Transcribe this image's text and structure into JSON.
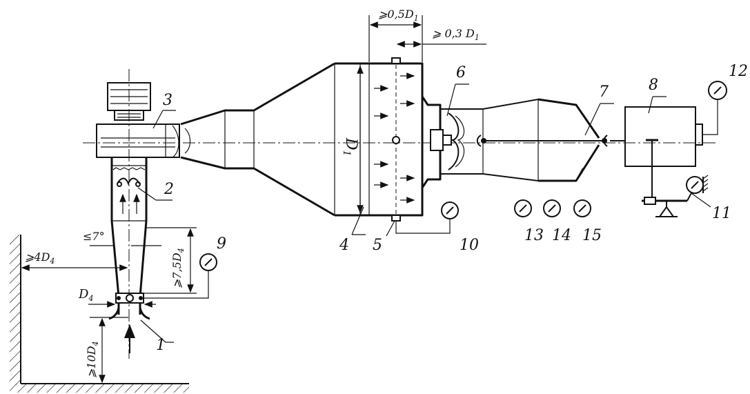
{
  "labels": {
    "n1": "1",
    "n2": "2",
    "n3": "3",
    "n4": "4",
    "n5": "5",
    "n6": "6",
    "n7": "7",
    "n8": "8",
    "n9": "9",
    "n10": "10",
    "n11": "11",
    "n12": "12",
    "n13": "13",
    "n14": "14",
    "n15": "15"
  },
  "dimensions": {
    "d1": "D",
    "d1_sub": "1",
    "d4": "D",
    "d4_sub": "4",
    "half_d1": "⩾0,5D",
    "half_d1_sub": "1",
    "third_d1": "⩾ 0,3 D",
    "third_d1_sub": "1",
    "four_d4": "⩾4D",
    "four_d4_sub": "4",
    "seven_half_d4": "⩾7,5D",
    "seven_half_d4_sub": "4",
    "ten_d4": "⩾10D",
    "ten_d4_sub": "4",
    "angle": "≤7°"
  }
}
